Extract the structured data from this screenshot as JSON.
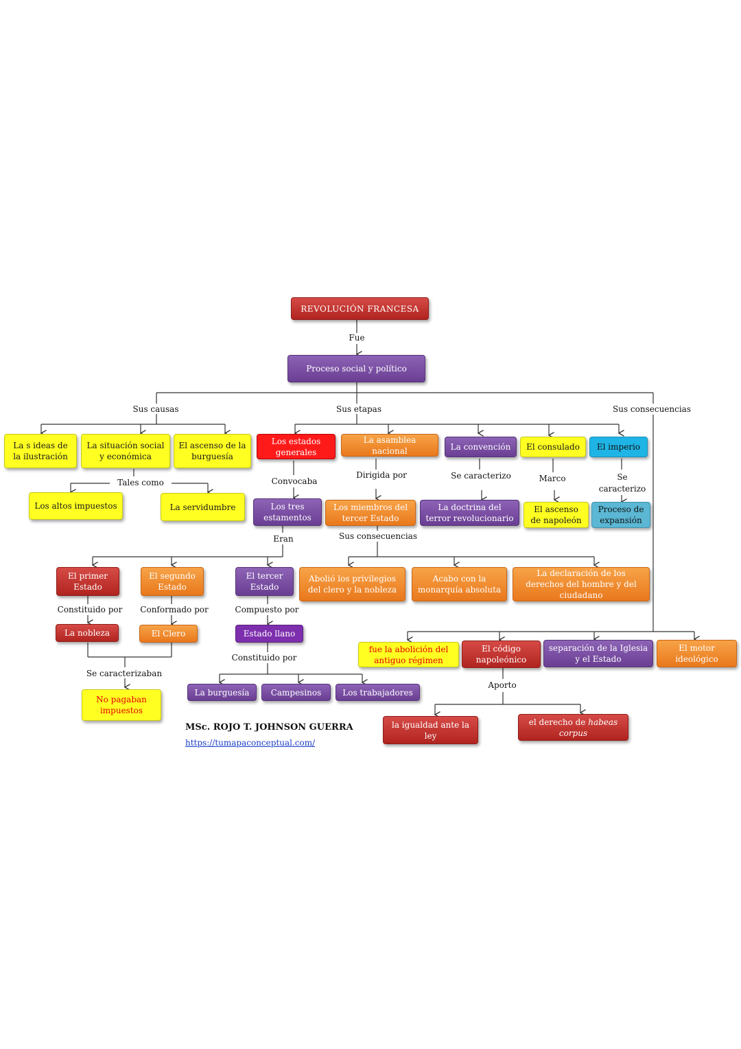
{
  "nodes": {
    "root": "REVOLUCIÓN  FRANCESA",
    "proceso": "Proceso social y político",
    "causa1": "La s ideas de la ilustración",
    "causa2": "La  situación social y económica",
    "causa3": "El ascenso de la burguesía",
    "impuestos": "Los  altos impuestos",
    "servidumbre": "La servidumbre",
    "etapa1": "Los estados generales",
    "etapa2": "La asamblea nacional",
    "etapa3": "La convención",
    "etapa4": "El consulado",
    "etapa5": "El imperio",
    "estamentos": "Los tres estamentos",
    "miembros": "Los miembros  del tercer Estado",
    "terror": "La doctrina del terror revolucionario",
    "ascenso_napoleon": "El ascenso de napoleón",
    "expansion": "Proceso de expansión",
    "primer": "El primer Estado",
    "segundo": "El segundo Estado",
    "tercer": "El tercer Estado",
    "nobleza": "La nobleza",
    "clero": "El Clero",
    "llano": "Estado llano",
    "no_pagaban": "No pagaban impuestos",
    "burguesia": "La burguesía",
    "campesinos": "Campesinos",
    "trabajadores": "Los trabajadores",
    "abolio": "Abolió los privilegios del clero y la nobleza",
    "acabo": "Acabo con la monarquía absoluta",
    "declaracion": "La declaración  de los derechos del hombre y del ciudadano",
    "abolicion": "fue la abolición  del antiguo régimen",
    "codigo": "El código napoleónico",
    "separacion": "separación  de la Iglesia y el Estado",
    "motor": "El motor ideológico",
    "igualdad": "la igualdad ante la ley",
    "habeas_prefix": "el derecho de ",
    "habeas_italic": "habeas corpus"
  },
  "labels": {
    "fue": "Fue",
    "sus_causas": "Sus causas",
    "sus_etapas": "Sus etapas",
    "sus_consecuencias": "Sus consecuencias",
    "tales_como": "Tales como",
    "convocaba": "Convocaba",
    "dirigida_por": "Dirigida  por",
    "se_caracterizo": "Se caracterizo",
    "marco": "Marco",
    "se": "Se",
    "caracterizo": "caracterizo",
    "eran": "Eran",
    "sus_consecuencias_2": "Sus consecuencias",
    "constituido_por": "Constituido por",
    "conformado_por": "Conformado   por",
    "compuesto_por": "Compuesto  por",
    "constituido_por_2": "Constituido por",
    "se_caracterizaban": "Se caracterizaban",
    "aporto": "Aporto"
  },
  "footer": {
    "author": "MSc. ROJO T. JOHNSON  GUERRA",
    "url": "https://tumapaconceptual.com/"
  }
}
